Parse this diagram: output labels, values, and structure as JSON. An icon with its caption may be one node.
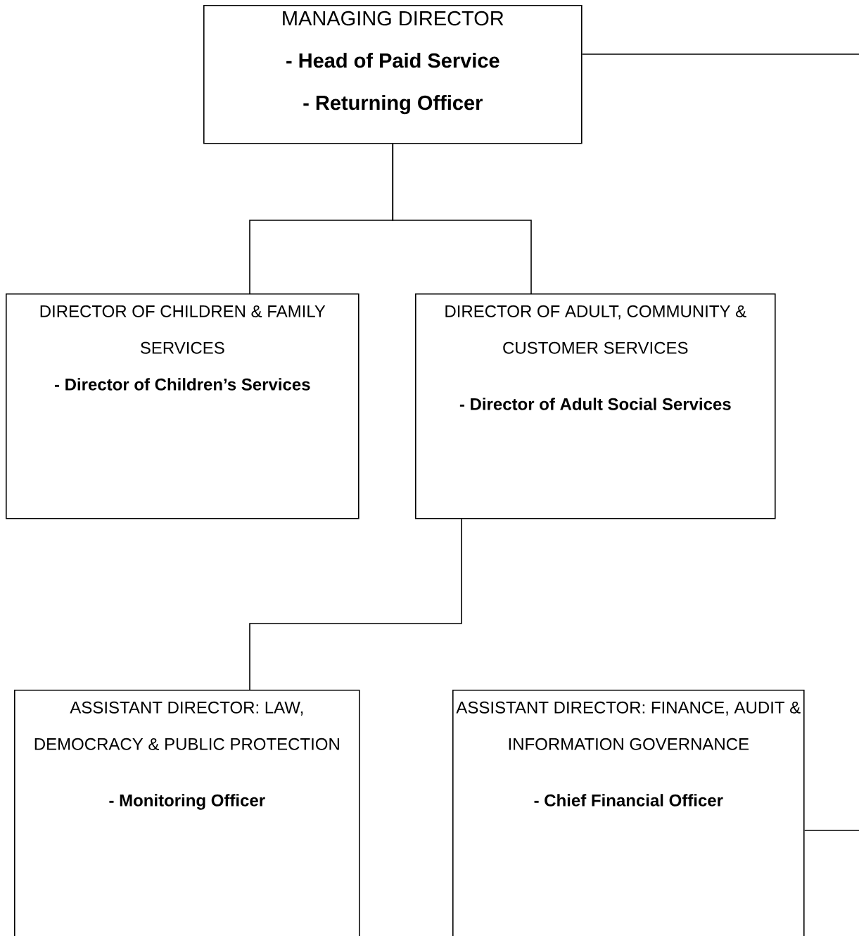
{
  "diagram": {
    "nodes": [
      {
        "text": [
          "MANAGING DIRECTOR",
          "- Head of Paid Service",
          "- Returning Officer"
        ]
      },
      {
        "text": [
          "DIRECTOR OF CHILDREN & FAMILY SERVICES",
          "- Director of Children’s Services"
        ]
      },
      {
        "text": [
          "DIRECTOR OF ADULT, COMMUNITY & CUSTOMER SERVICES",
          "- Director of Adult Social Services"
        ]
      },
      {
        "text": [
          "ASSISTANT DIRECTOR: LAW, DEMOCRACY & PUBLIC PROTECTION",
          "- Monitoring Officer"
        ]
      },
      {
        "text": [
          "ASSISTANT DIRECTOR: FINANCE, AUDIT & INFORMATION GOVERNANCE",
          "- Chief Financial Officer"
        ]
      }
    ],
    "edges": [
      {
        "from": 0,
        "to": 1,
        "arrow": "none"
      },
      {
        "from": 0,
        "to": 2,
        "arrow": "none"
      },
      {
        "from": 2,
        "to": 3,
        "arrow": "none"
      },
      {
        "from": 0,
        "to": null,
        "arrow": "none"
      },
      {
        "from": 4,
        "to": null,
        "arrow": "none"
      }
    ]
  }
}
